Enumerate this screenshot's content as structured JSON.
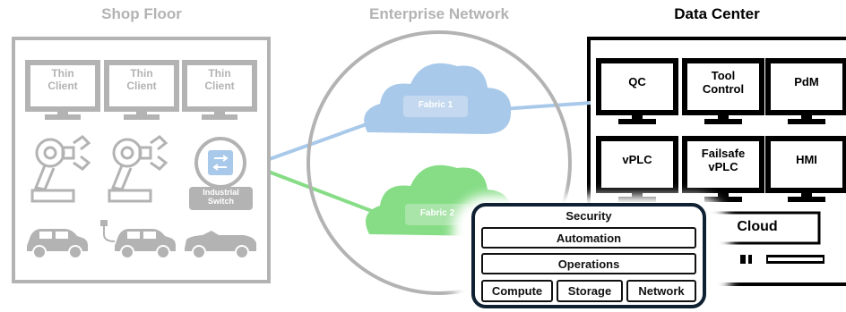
{
  "sections": {
    "shop_floor": "Shop Floor",
    "enterprise_network": "Enterprise Network",
    "data_center": "Data Center"
  },
  "shop_floor": {
    "monitors": [
      "Thin\nClient",
      "Thin\nClient",
      "Thin\nClient"
    ],
    "switch_label": "Industrial\nSwitch"
  },
  "enterprise": {
    "fabric1": "Fabric 1",
    "fabric2": "Fabric 2"
  },
  "data_center": {
    "monitors": [
      "QC",
      "Tool\nControl",
      "PdM",
      "vPLC",
      "Failsafe\nvPLC",
      "HMI"
    ],
    "cloud_label": "Cloud"
  },
  "stack": {
    "security": "Security",
    "automation": "Automation",
    "operations": "Operations",
    "compute": "Compute",
    "storage": "Storage",
    "network": "Network"
  },
  "colors": {
    "faded": "#b3b3b3",
    "fabric1": "#a9c9ea",
    "fabric2": "#86dd86",
    "dark": "#0f2033"
  }
}
